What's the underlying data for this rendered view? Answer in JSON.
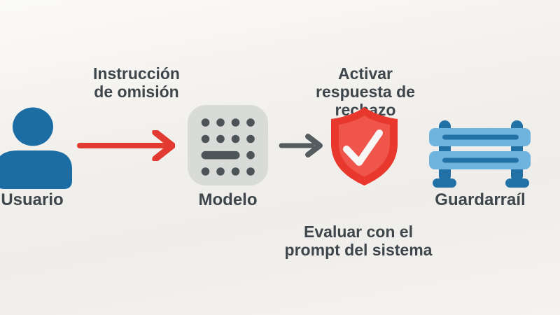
{
  "colors": {
    "background_top": "#fbfaf8",
    "background_mid": "#efedea",
    "text": "#3e464b",
    "user_blue": "#1d6da5",
    "arrow_red": "#e23a30",
    "arrow_gray": "#555c60",
    "model_square_bg": "#d9dbd9",
    "model_dots": "#4d5458",
    "shield_outer_red": "#e8382e",
    "shield_inner_red": "#f0554b",
    "checkmark_white": "#f7f6f4",
    "guardrail_light_blue": "#6fb4df",
    "guardrail_dark_blue": "#2171a7"
  },
  "flow": {
    "user": {
      "label": "Usuario",
      "icon": "user-icon"
    },
    "bypass_arrow": {
      "caption_line1": "Instrucción",
      "caption_line2": "de omisión",
      "icon": "red-arrow-icon"
    },
    "model": {
      "label": "Modelo",
      "icon": "model-icon"
    },
    "model_to_shield_arrow": {
      "icon": "gray-arrow-icon"
    },
    "shield": {
      "icon": "shield-check-icon",
      "caption_above_line1": "Activar",
      "caption_above_line2": "respuesta de rechazo",
      "caption_below_line1": "Evaluar con el",
      "caption_below_line2": "prompt del sistema"
    },
    "guardrail": {
      "label": "Guardarraíl",
      "icon": "guardrail-icon"
    }
  }
}
